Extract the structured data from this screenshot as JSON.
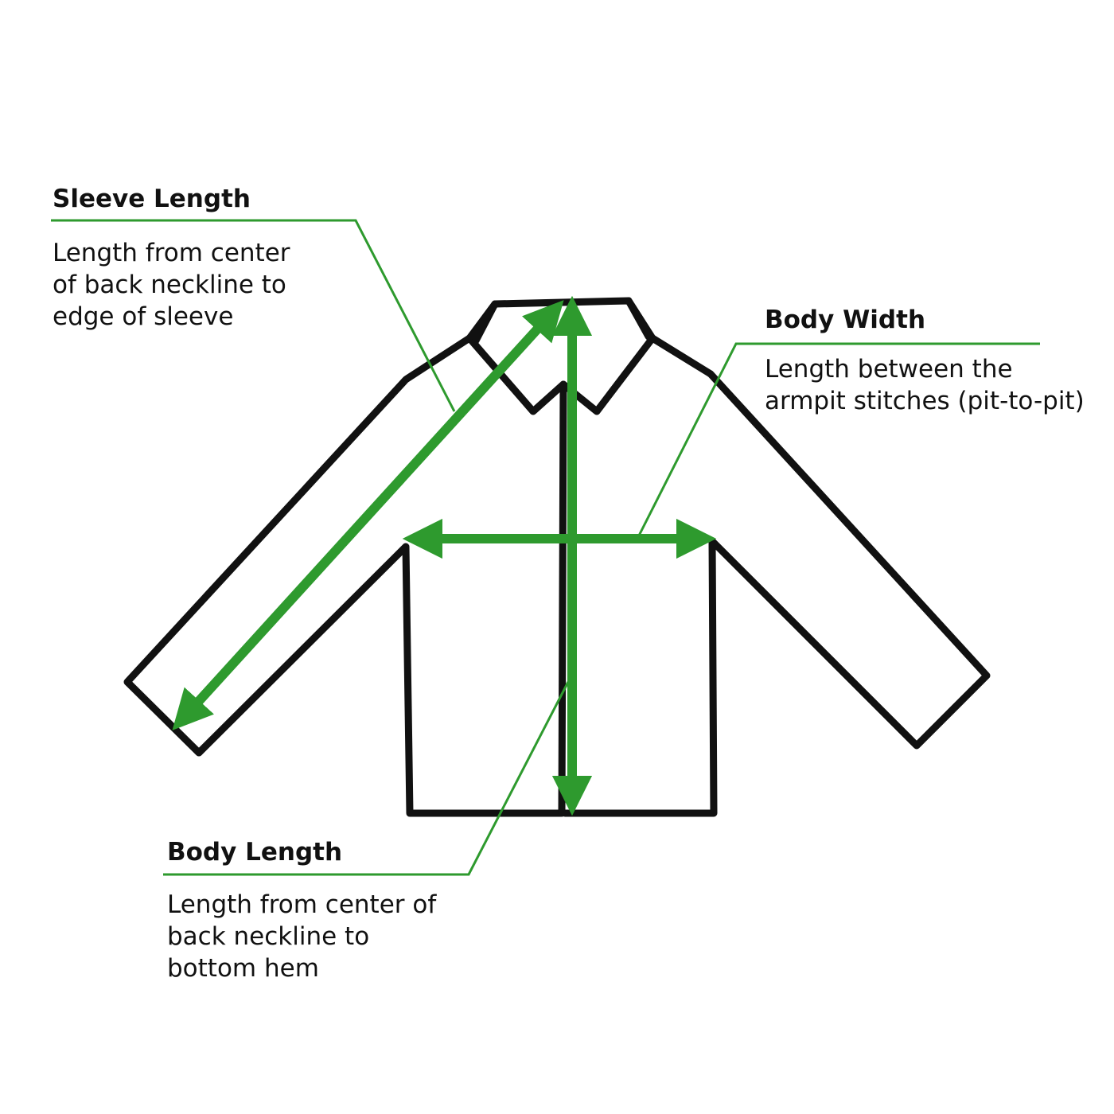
{
  "colors": {
    "outline": "#111111",
    "accent": "#2e9a2e",
    "background": "#ffffff"
  },
  "measurements": {
    "sleeve_length": {
      "title": "Sleeve Length",
      "description": [
        "Length from center",
        "of back neckline to",
        "edge of sleeve"
      ]
    },
    "body_width": {
      "title": "Body Width",
      "description": [
        "Length between the",
        "armpit stitches (pit-to-pit)"
      ]
    },
    "body_length": {
      "title": "Body Length",
      "description": [
        "Length from center of",
        "back neckline to",
        "bottom hem"
      ]
    }
  }
}
